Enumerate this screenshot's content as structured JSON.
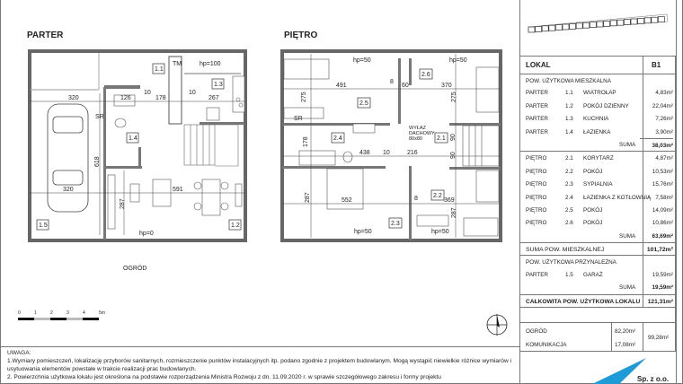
{
  "parter": {
    "title": "PARTER",
    "tags": [
      "1.1",
      "1.2",
      "1.3",
      "1.4",
      "1.5"
    ],
    "tm": "TM",
    "hp_top": "hp=100",
    "hp_bottom": "hp=0",
    "sr": "SR",
    "dims": [
      "320",
      "126",
      "10",
      "178",
      "10",
      "267",
      "618",
      "320",
      "591",
      "287"
    ]
  },
  "pietro": {
    "title": "PIĘTRO",
    "tags": [
      "2.1",
      "2.2",
      "2.3",
      "2.4",
      "2.5",
      "2.6"
    ],
    "hp": "hp=50",
    "sr": "SR",
    "hatch": [
      "WYŁAZ",
      "DACHOWY",
      "80x80"
    ],
    "dims": [
      "491",
      "8",
      "60",
      "370",
      "275",
      "275",
      "178",
      "438",
      "10",
      "216",
      "90",
      "90",
      "287",
      "552",
      "8",
      "369",
      "287"
    ]
  },
  "garden_label": "OGRÓD",
  "scale": {
    "ticks": [
      "0",
      "1",
      "2",
      "3",
      "4",
      "5m"
    ]
  },
  "table": {
    "header": {
      "label": "LOKAL",
      "unit": "B1"
    },
    "living_title": "POW. UŻYTKOWA MIESZKALNA",
    "parter_rows": [
      {
        "floor": "PARTER",
        "no": "1.1",
        "name": "WIATROŁAP",
        "area": "4,83m²"
      },
      {
        "floor": "PARTER",
        "no": "1.2",
        "name": "POKÓJ DZIENNY",
        "area": "22,04m²"
      },
      {
        "floor": "PARTER",
        "no": "1.3",
        "name": "KUCHNIA",
        "area": "7,26m²"
      },
      {
        "floor": "PARTER",
        "no": "1.4",
        "name": "ŁAZIENKA",
        "area": "3,90m²"
      }
    ],
    "parter_sum": {
      "label": "SUMA",
      "value": "38,03m²"
    },
    "pietro_rows": [
      {
        "floor": "PIĘTRO",
        "no": "2.1",
        "name": "KORYTARZ",
        "area": "4,87m²"
      },
      {
        "floor": "PIĘTRO",
        "no": "2.2",
        "name": "POKÓJ",
        "area": "10,53m²"
      },
      {
        "floor": "PIĘTRO",
        "no": "2.3",
        "name": "SYPIALNIA",
        "area": "15,76m²"
      },
      {
        "floor": "PIĘTRO",
        "no": "2.4",
        "name": "ŁAZIENKA Z KOTŁOWNIĄ",
        "area": "7,58m²"
      },
      {
        "floor": "PIĘTRO",
        "no": "2.5",
        "name": "POKÓJ",
        "area": "14,09m²"
      },
      {
        "floor": "PIĘTRO",
        "no": "2.6",
        "name": "POKÓJ",
        "area": "10,86m²"
      }
    ],
    "pietro_sum": {
      "label": "SUMA",
      "value": "63,69m²"
    },
    "living_total": {
      "label": "SUMA POW. MIESZKALNEJ",
      "value": "101,72m²"
    },
    "aux_title": "POW. UŻYTKOWA PRZYNALEŻNA",
    "aux_row": {
      "floor": "PARTER",
      "no": "1.5",
      "name": "GARAŻ",
      "area": "19,59m²"
    },
    "aux_sum": {
      "label": "SUMA",
      "value": "19,59m²"
    },
    "grand_total": {
      "label": "CAŁKOWITA POW. UŻYTKOWA LOKALU",
      "value": "121,31m²"
    },
    "garden": {
      "label": "OGRÓD",
      "value": "82,20m²"
    },
    "communication": {
      "label": "KOMUNIKACJA",
      "value": "17,08m²"
    },
    "outdoor_total": "99,28m²"
  },
  "notes": {
    "title": "UWAGA:",
    "line1": "1.Wymiary pomieszczeń, lokalizację przyborów sanitarnych, rozmieszczenie punktów instalacyjnych itp. podano zgodnie z projektem budowlanym. Mogą wystąpić niewielkie różnice wymiarów i usytuowania elementów powstałe w trakcie realizacji prac budowlanych.",
    "line2": "2. Powierzchnia użytkowa lokalu jest określona na podstawie rozporządzenia Ministra Rozwoju z dn. 11.09.2020 r. w sprawie szczegółowego zakresu i formy projektu"
  },
  "logo": {
    "text": "Sp. z o.o.",
    "color": "#1e9ad6"
  }
}
